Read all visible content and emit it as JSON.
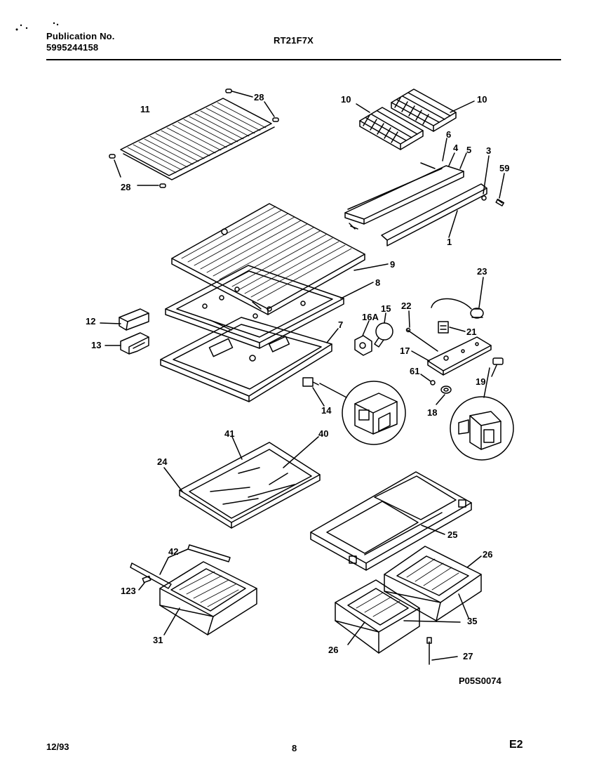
{
  "header": {
    "publication_label": "Publication No.",
    "publication_number": "5995244158",
    "model": "RT21F7X"
  },
  "footer": {
    "date": "12/93",
    "page": "8",
    "section": "E2"
  },
  "diagram_code": "P05S0074",
  "callouts": {
    "c11": "11",
    "c28a": "28",
    "c28b": "28",
    "c10a": "10",
    "c10b": "10",
    "c6": "6",
    "c4": "4",
    "c5": "5",
    "c3": "3",
    "c59": "59",
    "c1": "1",
    "c9": "9",
    "c8": "8",
    "c7": "7",
    "c12": "12",
    "c13": "13",
    "c23": "23",
    "c22": "22",
    "c16A": "16A",
    "c15": "15",
    "c21": "21",
    "c17": "17",
    "c61": "61",
    "c19": "19",
    "c18": "18",
    "c14": "14",
    "c41": "41",
    "c40": "40",
    "c24": "24",
    "c25": "25",
    "c42": "42",
    "c123": "123",
    "c31": "31",
    "c26a": "26",
    "c26b": "26",
    "c35": "35",
    "c27": "27"
  },
  "colors": {
    "ink": "#000000",
    "paper": "#ffffff"
  }
}
